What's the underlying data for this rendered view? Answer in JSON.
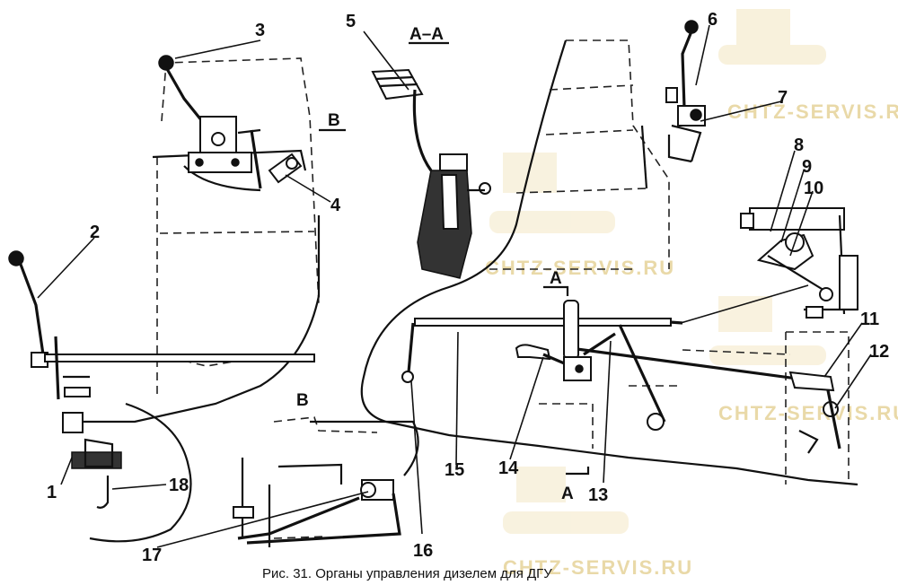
{
  "figure": {
    "caption": "Рис. 31. Органы управления дизелем для ДГУ",
    "section_labels": {
      "aa": "А–А",
      "b_top": "В",
      "b_bottom": "В",
      "a_top": "А",
      "a_bottom": "А"
    },
    "callouts": [
      "1",
      "2",
      "3",
      "4",
      "5",
      "6",
      "7",
      "8",
      "9",
      "10",
      "11",
      "12",
      "13",
      "14",
      "15",
      "16",
      "17",
      "18"
    ],
    "watermarks": [
      "CHTZ-SERVIS.RU",
      "CHTZ-SERVIS.RU",
      "CHTZ-SERVIS.RU",
      "CHTZ-SERVIS.RU"
    ]
  },
  "colors": {
    "ink": "#111111",
    "watermark": "#e9d9a8",
    "background": "#ffffff"
  }
}
